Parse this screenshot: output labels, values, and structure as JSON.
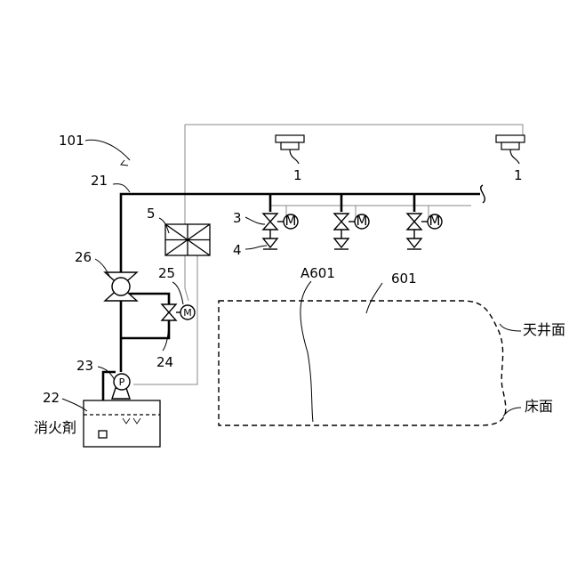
{
  "labels": {
    "system": "101",
    "pipe": "21",
    "tank": "22",
    "pump": "23",
    "bypass_valve": "24",
    "bypass_motor": "25",
    "main_valve": "26",
    "control_box": "5",
    "valve": "3",
    "nozzle": "4",
    "detector_a": "1",
    "detector_b": "1",
    "room": "601",
    "area": "A601",
    "ceiling": "天井面",
    "floor": "床面",
    "agent": "消火剤",
    "pump_symbol": "P",
    "motor_symbol": "M"
  }
}
